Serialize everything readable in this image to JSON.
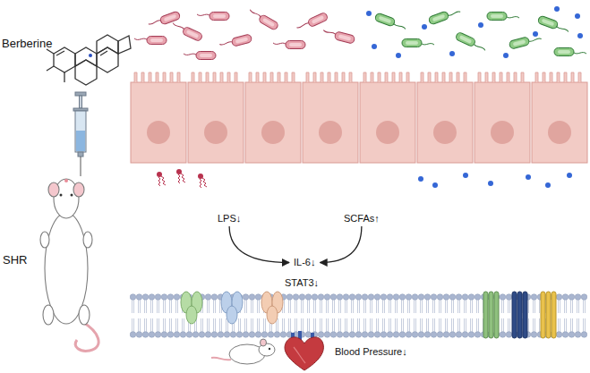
{
  "diagram": {
    "nodes": [
      {
        "text": [
          "LPS↓"
        ]
      },
      {
        "text": [
          "SCFAs↑"
        ]
      },
      {
        "text": [
          "IL-6↓"
        ]
      }
    ],
    "edges": [
      {
        "from": 0,
        "to": 2,
        "arrow": "to"
      },
      {
        "from": 1,
        "to": 2,
        "arrow": "to"
      }
    ],
    "labels": [
      "Berberine",
      "SHR",
      "STAT3↓",
      "Blood Pressure↓"
    ]
  }
}
